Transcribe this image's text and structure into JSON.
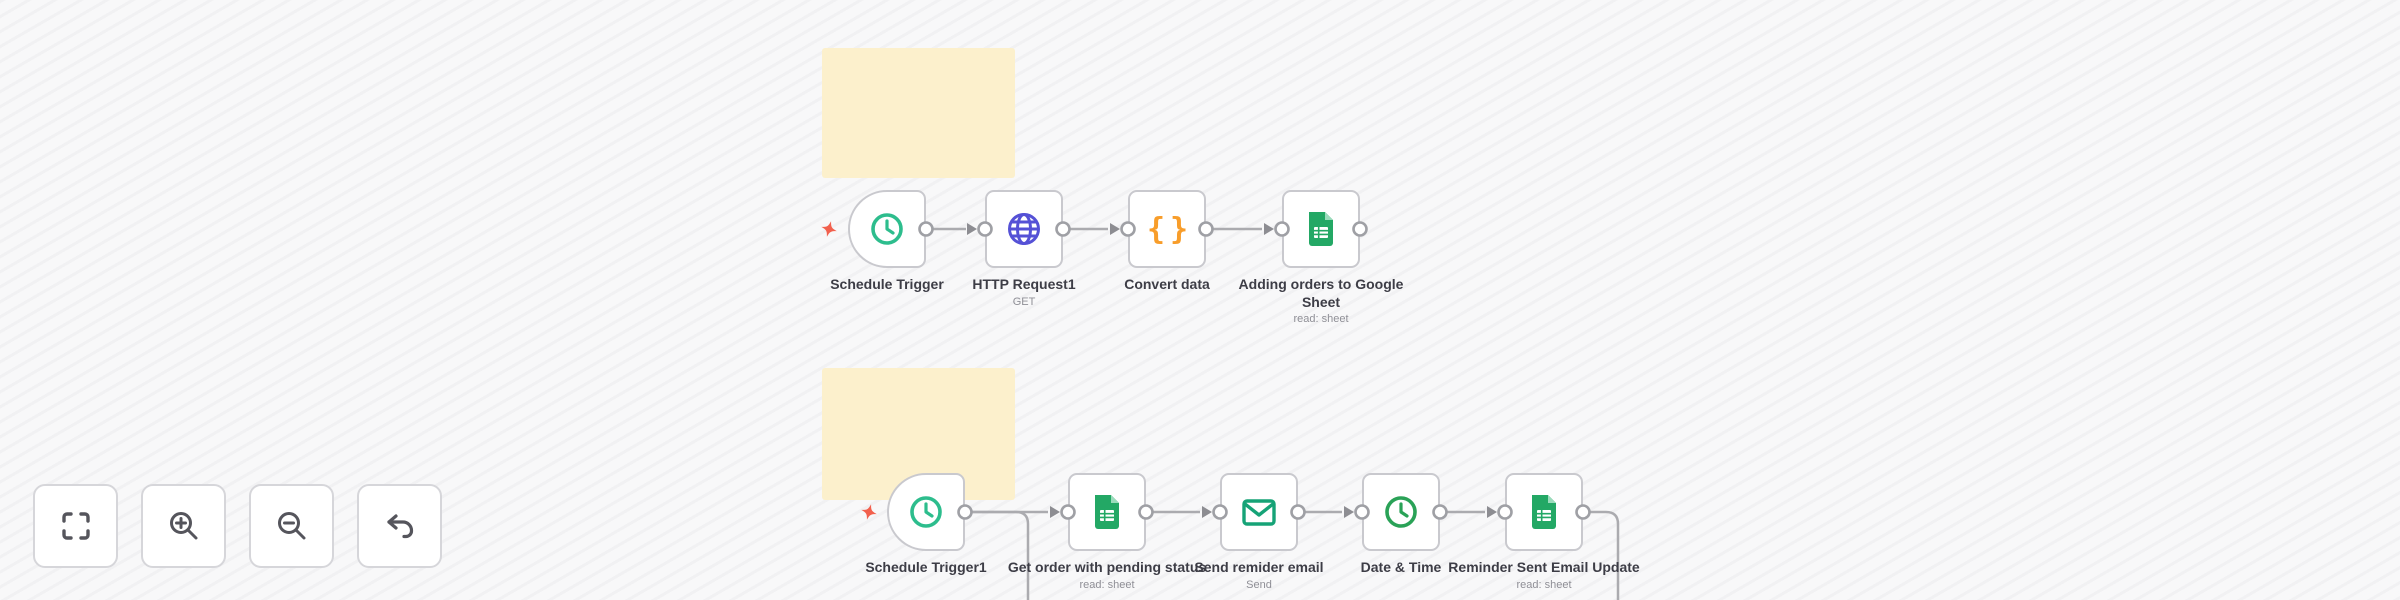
{
  "app": {
    "view": "workflow-editor-canvas"
  },
  "colors": {
    "canvas_bg": "#f8f8f9",
    "sticky": "#fcf0cc",
    "node_border": "#c9c9ce",
    "wire": "#ababaf",
    "spark": "#f2604d",
    "schedule_green": "#2dbd8d",
    "http_indigo": "#5551d6",
    "braces_orange": "#f89d2a",
    "sheets_green": "#23a865",
    "email_green": "#16a377",
    "datetime_green": "#2aa257"
  },
  "sticky_notes": [
    {
      "name": "sticky-note-top",
      "color": "#fcf0cc"
    },
    {
      "name": "sticky-note-bottom",
      "color": "#fcf0cc"
    }
  ],
  "workflows": [
    {
      "name": "orders-import-flow",
      "nodes": [
        {
          "label": "Schedule Trigger",
          "subtitle": "",
          "icon": "clock-icon",
          "type": "trigger"
        },
        {
          "label": "HTTP Request1",
          "subtitle": "GET",
          "icon": "globe-icon",
          "type": "action"
        },
        {
          "label": "Convert data",
          "subtitle": "",
          "icon": "code-braces-icon",
          "type": "action"
        },
        {
          "label": "Adding orders to Google Sheet",
          "subtitle": "read: sheet",
          "icon": "google-sheets-icon",
          "type": "action"
        }
      ]
    },
    {
      "name": "reminder-flow",
      "nodes": [
        {
          "label": "Schedule Trigger1",
          "subtitle": "",
          "icon": "clock-icon",
          "type": "trigger"
        },
        {
          "label": "Get order with pending status",
          "subtitle": "read: sheet",
          "icon": "google-sheets-icon",
          "type": "action"
        },
        {
          "label": "Send remider email",
          "subtitle": "Send",
          "icon": "envelope-icon",
          "type": "action"
        },
        {
          "label": "Date & Time",
          "subtitle": "",
          "icon": "clock-icon",
          "type": "action"
        },
        {
          "label": "Reminder Sent Email Update",
          "subtitle": "read: sheet",
          "icon": "google-sheets-icon",
          "type": "action"
        }
      ]
    }
  ],
  "toolbar": {
    "buttons": [
      {
        "name": "fit-view",
        "icon": "fit-view-icon"
      },
      {
        "name": "zoom-in",
        "icon": "zoom-in-icon"
      },
      {
        "name": "zoom-out",
        "icon": "zoom-out-icon"
      },
      {
        "name": "undo",
        "icon": "undo-icon"
      }
    ]
  }
}
